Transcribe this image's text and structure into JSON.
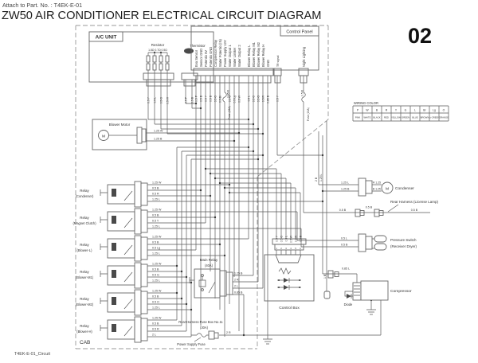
{
  "t": {
    "attach": "Attach to Part. No. : T4EK-E-01",
    "title": "ZW50 AIR CONDITIONER ELECTRICAL CIRCUIT DIAGRAM",
    "page": "02",
    "footer": "T4EK-E-01_Circuit"
  },
  "boxes": {
    "cab": "CAB",
    "ac": "A/C UNIT",
    "cp": "Control Panel",
    "cb": "Control Box"
  },
  "comp": {
    "resistor": "Resistor",
    "rvals": "1.8Ω  0.7Ω  0.5Ω",
    "thermistor": "Thermistor",
    "bm": "Blower Motor",
    "m": "M",
    "relay": "Relay",
    "mr1": "Main Relay",
    "mr2": "(40A)",
    "fb1": "Rear Harness Fuse Box No.11",
    "fb2": "(30A)",
    "fb3": "Power Supply Fuse",
    "cond": "Condenser",
    "lic": "Rear Harness (License Lamp)",
    "ps1": "Pressure Switch",
    "ps2": "(Receiver Dryer)",
    "compr": "Compressor",
    "diode": "Diode",
    "fuse": "Fuse (15A)"
  },
  "pins": [
    "Eva Sensor",
    "Sensor GND",
    "Potentio 5V",
    "Potentio GND",
    "Compressor Relay",
    "Water Potentio (IN)",
    "Power Supply 12V",
    "Water Output 1",
    "Water Limiter",
    "Water Output 2",
    "Blower Relay L",
    "Blower Relay M1",
    "Blower Relay M2",
    "Blower Relay H",
    "GND",
    "TR signal",
    "Night Lighting"
  ],
  "pw": [
    "0.5 P",
    "0.5 B",
    "0.5 Y",
    "0.5 B",
    "0.5 G",
    "0.5 Br",
    "0.85 R",
    "0.5 O",
    "0.5 Lg",
    "0.5 W",
    "0.5 L",
    "0.5 G",
    "0.5 O",
    "0.5 R",
    "0.85 B",
    "0.5 Y",
    "0.5 R"
  ],
  "relays": [
    {
      "s": "(Condenser)",
      "w": [
        "1.25 W",
        "0.5 B",
        "0.5 R",
        "1.25 L"
      ]
    },
    {
      "s": "(Magnet Clutch)",
      "w": [
        "1.25 W",
        "0.5 B",
        "0.5 Y",
        "1.25 L"
      ]
    },
    {
      "s": "(Blower-L)",
      "w": [
        "1.25 W",
        "0.5 B",
        "0.5 Lg",
        "1.25 L"
      ]
    },
    {
      "s": "(Blower-M1)",
      "w": [
        "1.25 W",
        "0.5 B",
        "0.5 G",
        "1.25 L"
      ]
    },
    {
      "s": "(Blower-M2)",
      "w": [
        "1.25 W",
        "0.5 B",
        "0.5 O",
        "1.25 L"
      ]
    },
    {
      "s": "(Blower-H)",
      "w": [
        "1.25 W",
        "0.5 B",
        "0.5 R",
        "2 L"
      ]
    }
  ],
  "mrw": [
    "1.25 B",
    "2 R",
    "2 L",
    "0.85 B"
  ],
  "cbw": [
    "0.5 Y",
    "0.5 G",
    "0.5 L",
    "0.5 W",
    "0.5 R",
    "0.5 B"
  ],
  "cbn": [
    "1",
    "2",
    "3",
    "4",
    "5",
    "6"
  ],
  "rw": [
    "0.5 Y",
    "0.5 L",
    "0.5 G",
    "0.5 W"
  ],
  "tw": [
    "0.5 P",
    "0.5 B"
  ],
  "bmw": [
    "1.25 W",
    "1.25 B"
  ],
  "rt": {
    "condL": [
      "1.25 L",
      "1.25 B"
    ],
    "condR": [
      "R 1.25",
      "B 1.25"
    ],
    "lic": [
      "0.5 B",
      "0.5 B",
      "0.5 B"
    ],
    "ps": [
      "0.5 L",
      "0.5 B"
    ],
    "compw": "0.85 L",
    "bullet": "1 B",
    "fusew": "2 R",
    "f1": "2 B",
    "f2": "1.25 L"
  },
  "wc": {
    "title": "WIRING COLOR",
    "codes": [
      "P",
      "W",
      "B",
      "R",
      "Y",
      "G",
      "L",
      "Br",
      "Lg",
      "O"
    ],
    "names": [
      "PINK",
      "WHITE",
      "BLACK",
      "RED",
      "YELLOW",
      "GREEN",
      "BLUE",
      "BROWN",
      "Lt GREEN",
      "ORANGE"
    ]
  }
}
